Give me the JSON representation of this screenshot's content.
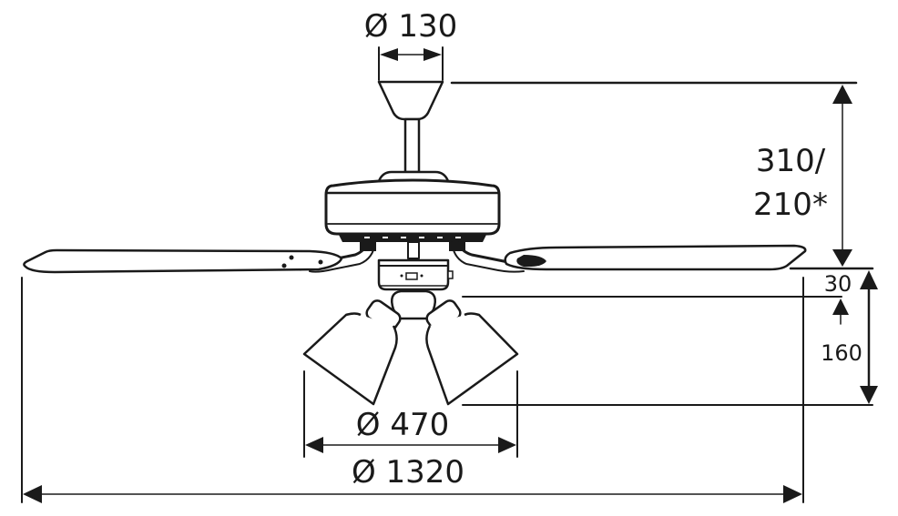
{
  "diagram": {
    "subject": "Ceiling fan with 3-light kit, side elevation dimension drawing",
    "line_color": "#1a1a1a",
    "background": "#ffffff",
    "dimensions": {
      "canopy_diameter": "Ø 130",
      "ceiling_to_blade_height": "310/",
      "ceiling_to_blade_height_alt": "210*",
      "blade_to_light_offset": "30",
      "light_kit_height": "160",
      "light_kit_diameter": "Ø 470",
      "blade_span_diameter": "Ø 1320"
    }
  }
}
